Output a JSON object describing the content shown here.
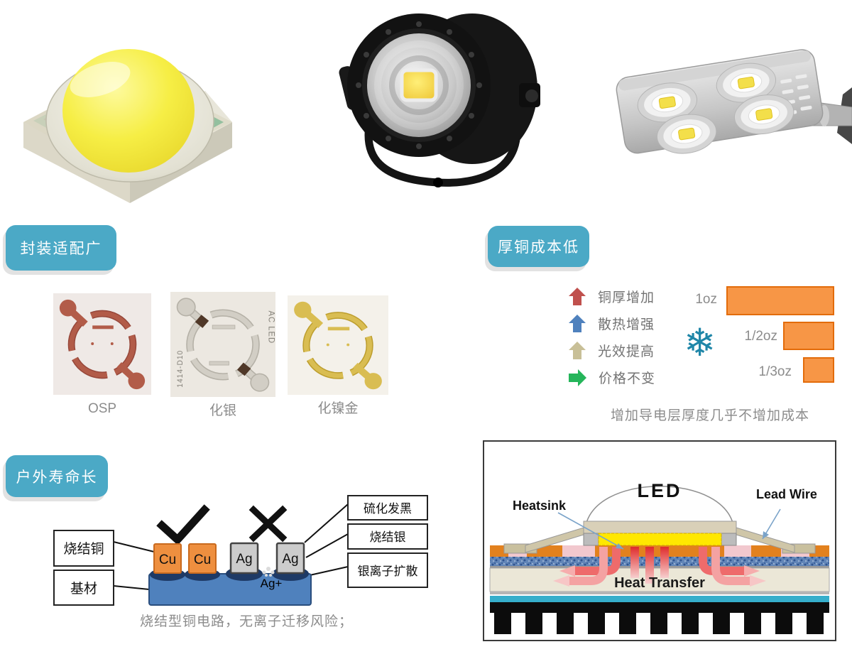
{
  "sections": {
    "package": {
      "badge": "封装适配广",
      "boards": [
        {
          "label": "OSP"
        },
        {
          "label": "化银",
          "text_right": "AC LED",
          "text_left": "1414-D10"
        },
        {
          "label": "化镍金"
        }
      ]
    },
    "thick_copper": {
      "badge": "厚铜成本低",
      "benefits": [
        {
          "label": "铜厚增加",
          "color": "#C0504D",
          "direction": "up"
        },
        {
          "label": "散热增强",
          "color": "#4F81BD",
          "direction": "up"
        },
        {
          "label": "光效提高",
          "color": "#C8BF97",
          "direction": "up"
        },
        {
          "label": "价格不变",
          "color": "#25B55A",
          "direction": "right"
        }
      ],
      "bars": [
        {
          "label": "1oz"
        },
        {
          "label": "1/2oz"
        },
        {
          "label": "1/3oz"
        }
      ],
      "caption": "增加导电层厚度几乎不增加成本"
    },
    "outdoor": {
      "badge": "户外寿命长",
      "left_labels": [
        "烧结铜",
        "基材"
      ],
      "right_labels": [
        "硫化发黑",
        "烧结银",
        "银离子扩散"
      ],
      "blocks": [
        "Cu",
        "Cu",
        "Ag",
        "Ag"
      ],
      "ion": "Ag+",
      "caption": "烧结型铜电路，无离子迁移风险；"
    },
    "heat": {
      "led": "LED",
      "heatsink": "Heatsink",
      "lead_wire": "Lead Wire",
      "heat_transfer": "Heat Transfer"
    }
  },
  "icons": {
    "snowflake": "❄",
    "check": "check-mark",
    "cross": "x-mark"
  },
  "colors": {
    "badge_teal": "#4BA9C6",
    "bar_orange": "#F79646",
    "bar_border": "#E36C0A",
    "arrow_red": "#C0504D",
    "arrow_blue": "#4F81BD",
    "arrow_tan": "#C8BF97",
    "arrow_green": "#25B55A",
    "snowflake_teal": "#1F86A8",
    "cu_orange": "#EE8F3F",
    "ag_gray": "#CCCCCC",
    "substrate_blue": "#4F81BD",
    "osp_trace": "#B25C49",
    "silver_trace": "#D2CEC5",
    "gold_trace": "#D9BD52"
  },
  "chart_data": {
    "type": "bar",
    "orientation": "horizontal",
    "title": "厚铜成本低",
    "categories": [
      "1oz",
      "1/2oz",
      "1/3oz"
    ],
    "values": [
      1,
      0.5,
      0.33
    ],
    "bar_color": "#F79646",
    "annotation": "增加导电层厚度几乎不增加成本",
    "legend": "off",
    "grid": "off"
  }
}
